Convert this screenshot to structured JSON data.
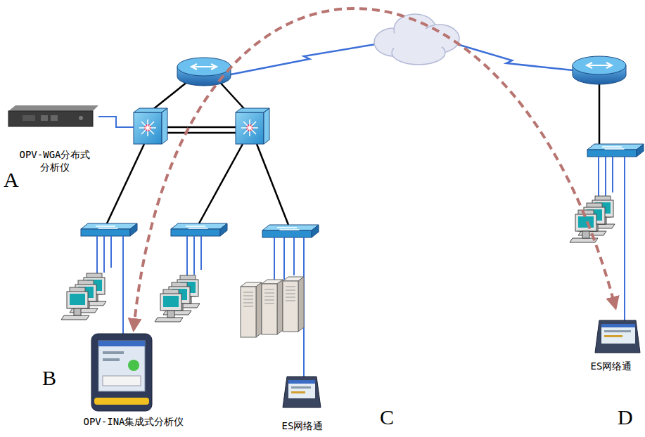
{
  "diagram": {
    "nodes": [
      {
        "text": [
          "OPV-WGA分布式 分析仪"
        ]
      },
      {
        "text": [
          "OPV-INA集成式分析仪"
        ]
      },
      {
        "text": [
          "ES网络通"
        ]
      },
      {
        "text": [
          "ES网络通"
        ]
      }
    ],
    "edges": [
      {
        "from": 1,
        "to": 3,
        "arrow": "both"
      }
    ],
    "labels": [
      "A",
      "B",
      "C",
      "D"
    ]
  }
}
